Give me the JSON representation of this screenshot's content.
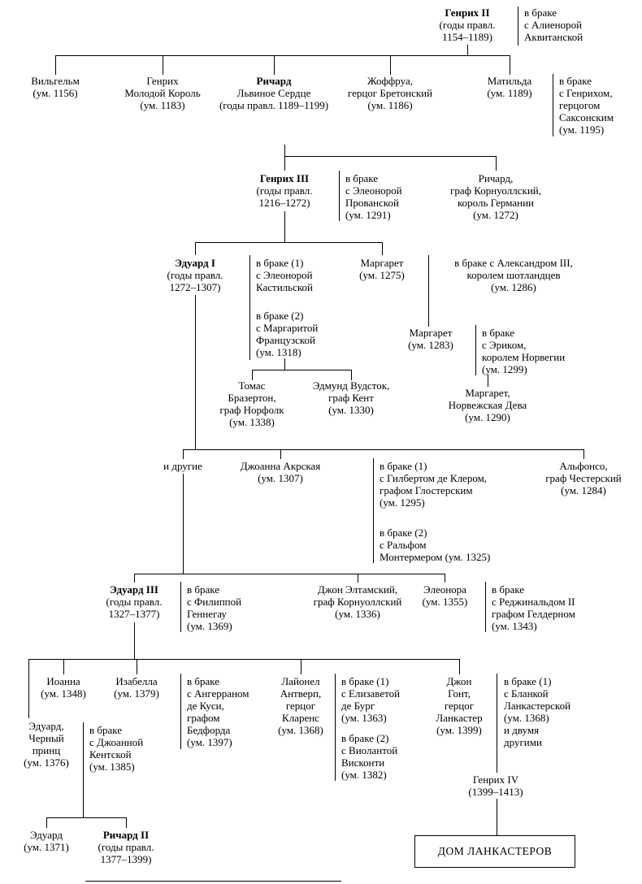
{
  "diagram": {
    "kind": "family-tree",
    "language": "ru"
  },
  "nodes": {
    "henry2": {
      "lines": [
        "Генрих II",
        "(годы правл.",
        "1154–1189)"
      ]
    },
    "henry2_marriage": {
      "lines": [
        "в браке",
        "с Алиенорой",
        "Аквитанской"
      ]
    },
    "william": {
      "lines": [
        "Вильгельм",
        "(ум. 1156)"
      ]
    },
    "henry_young": {
      "lines": [
        "Генрих",
        "Молодой Король",
        "(ум. 1183)"
      ]
    },
    "richard1": {
      "lines": [
        "Ричард",
        "Львиное Сердце",
        "(годы правл. 1189–1199)"
      ]
    },
    "geoffrey": {
      "lines": [
        "Жоффруа,",
        "герцог Бретонский",
        "(ум. 1186)"
      ]
    },
    "matilda": {
      "lines": [
        "Матильда",
        "(ум. 1189)"
      ]
    },
    "matilda_marriage": {
      "lines": [
        "в браке",
        "с Генрихом,",
        "герцогом",
        "Саксонским",
        "(ум. 1195)"
      ]
    },
    "henry3": {
      "lines": [
        "Генрих III",
        "(годы правл.",
        "1216–1272)"
      ]
    },
    "henry3_marriage": {
      "lines": [
        "в браке",
        "с Элеонорой",
        "Прованской",
        "(ум. 1291)"
      ]
    },
    "richard_cornwall": {
      "lines": [
        "Ричард,",
        "граф Корнуоллский,",
        "король Германии",
        "(ум. 1272)"
      ]
    },
    "edward1": {
      "lines": [
        "Эдуард I",
        "(годы правл.",
        "1272–1307)"
      ]
    },
    "edward1_marriage1": {
      "lines": [
        "в браке (1)",
        "с Элеонорой",
        "Кастильской"
      ]
    },
    "edward1_marriage2": {
      "lines": [
        "в браке (2)",
        "с Маргаритой",
        "Французской",
        "(ум. 1318)"
      ]
    },
    "margaret_1275": {
      "lines": [
        "Маргарет",
        "(ум. 1275)"
      ]
    },
    "margaret_1275_marriage": {
      "lines": [
        "в браке с Александром III,",
        "королем шотландцев",
        "(ум. 1286)"
      ]
    },
    "margaret_1283": {
      "lines": [
        "Маргарет",
        "(ум. 1283)"
      ]
    },
    "margaret_1283_marriage": {
      "lines": [
        "в браке",
        "с Эриком,",
        "королем Норвегии",
        "(ум. 1299)"
      ]
    },
    "margaret_norway": {
      "lines": [
        "Маргарет,",
        "Норвежская Дева",
        "(ум. 1290)"
      ]
    },
    "thomas_brotherton": {
      "lines": [
        "Томас",
        "Бразертон,",
        "граф Норфолк",
        "(ум. 1338)"
      ]
    },
    "edmund_woodstock": {
      "lines": [
        "Эдмунд Вудсток,",
        "граф Кент",
        "(ум. 1330)"
      ]
    },
    "others": {
      "lines": [
        "и другие"
      ]
    },
    "joanna_acre": {
      "lines": [
        "Джоанна Акрская",
        "(ум. 1307)"
      ]
    },
    "joanna_marriage1": {
      "lines": [
        "в браке (1)",
        "с Гилбертом де Клером,",
        "графом Глостерским",
        "(ум. 1295)"
      ]
    },
    "joanna_marriage2": {
      "lines": [
        "в браке (2)",
        "с Ральфом",
        "Монтермером (ум. 1325)"
      ]
    },
    "alphonso": {
      "lines": [
        "Альфонсо,",
        "граф Честерский",
        "(ум. 1284)"
      ]
    },
    "edward3": {
      "lines": [
        "Эдуард III",
        "(годы правл.",
        "1327–1377)"
      ]
    },
    "edward3_marriage": {
      "lines": [
        "в браке",
        "с Филиппой",
        "Геннегау",
        "(ум. 1369)"
      ]
    },
    "john_eltham": {
      "lines": [
        "Джон Элтамский,",
        "граф Корнуоллский",
        "(ум. 1336)"
      ]
    },
    "eleanor": {
      "lines": [
        "Элеонора",
        "(ум. 1355)"
      ]
    },
    "eleanor_marriage": {
      "lines": [
        "в браке",
        "с Реджинальдом II",
        "графом Гелдерном",
        "(ум. 1343)"
      ]
    },
    "joan_1348": {
      "lines": [
        "Иоанна",
        "(ум. 1348)"
      ]
    },
    "isabella": {
      "lines": [
        "Изабелла",
        "(ум. 1379)"
      ]
    },
    "isabella_marriage": {
      "lines": [
        "в браке",
        "с Ангерраном",
        "де Куси,",
        "графом",
        "Бедфорда",
        "(ум. 1397)"
      ]
    },
    "black_prince": {
      "lines": [
        "Эдуард,",
        "Черный",
        "принц",
        "(ум. 1376)"
      ]
    },
    "black_prince_marriage": {
      "lines": [
        "в браке",
        "с Джоанной",
        "Кентской",
        "(ум. 1385)"
      ]
    },
    "lionel": {
      "lines": [
        "Лайонел",
        "Антверп,",
        "герцог",
        "Кларенс",
        "(ум. 1368)"
      ]
    },
    "lionel_marriage1": {
      "lines": [
        "в браке (1)",
        "с Елизаветой",
        "де Бург",
        "(ум. 1363)"
      ]
    },
    "lionel_marriage2": {
      "lines": [
        "в браке (2)",
        "с Виолантой",
        "Висконти",
        "(ум. 1382)"
      ]
    },
    "john_gaunt": {
      "lines": [
        "Джон",
        "Гонт,",
        "герцог",
        "Ланкастер",
        "(ум. 1399)"
      ]
    },
    "john_gaunt_marriage": {
      "lines": [
        "в браке (1)",
        "с Бланкой",
        "Ланкастерской",
        "(ум. 1368)",
        "и двумя",
        "другими"
      ]
    },
    "henry4": {
      "lines": [
        "Генрих IV",
        "(1399–1413)"
      ]
    },
    "house_lancaster": {
      "label": "ДОМ ЛАНКАСТЕРОВ"
    },
    "edward_1371": {
      "lines": [
        "Эдуард",
        "(ум. 1371)"
      ]
    },
    "richard2": {
      "lines": [
        "Ричард II",
        "(годы правл.",
        "1377–1399)"
      ]
    }
  }
}
